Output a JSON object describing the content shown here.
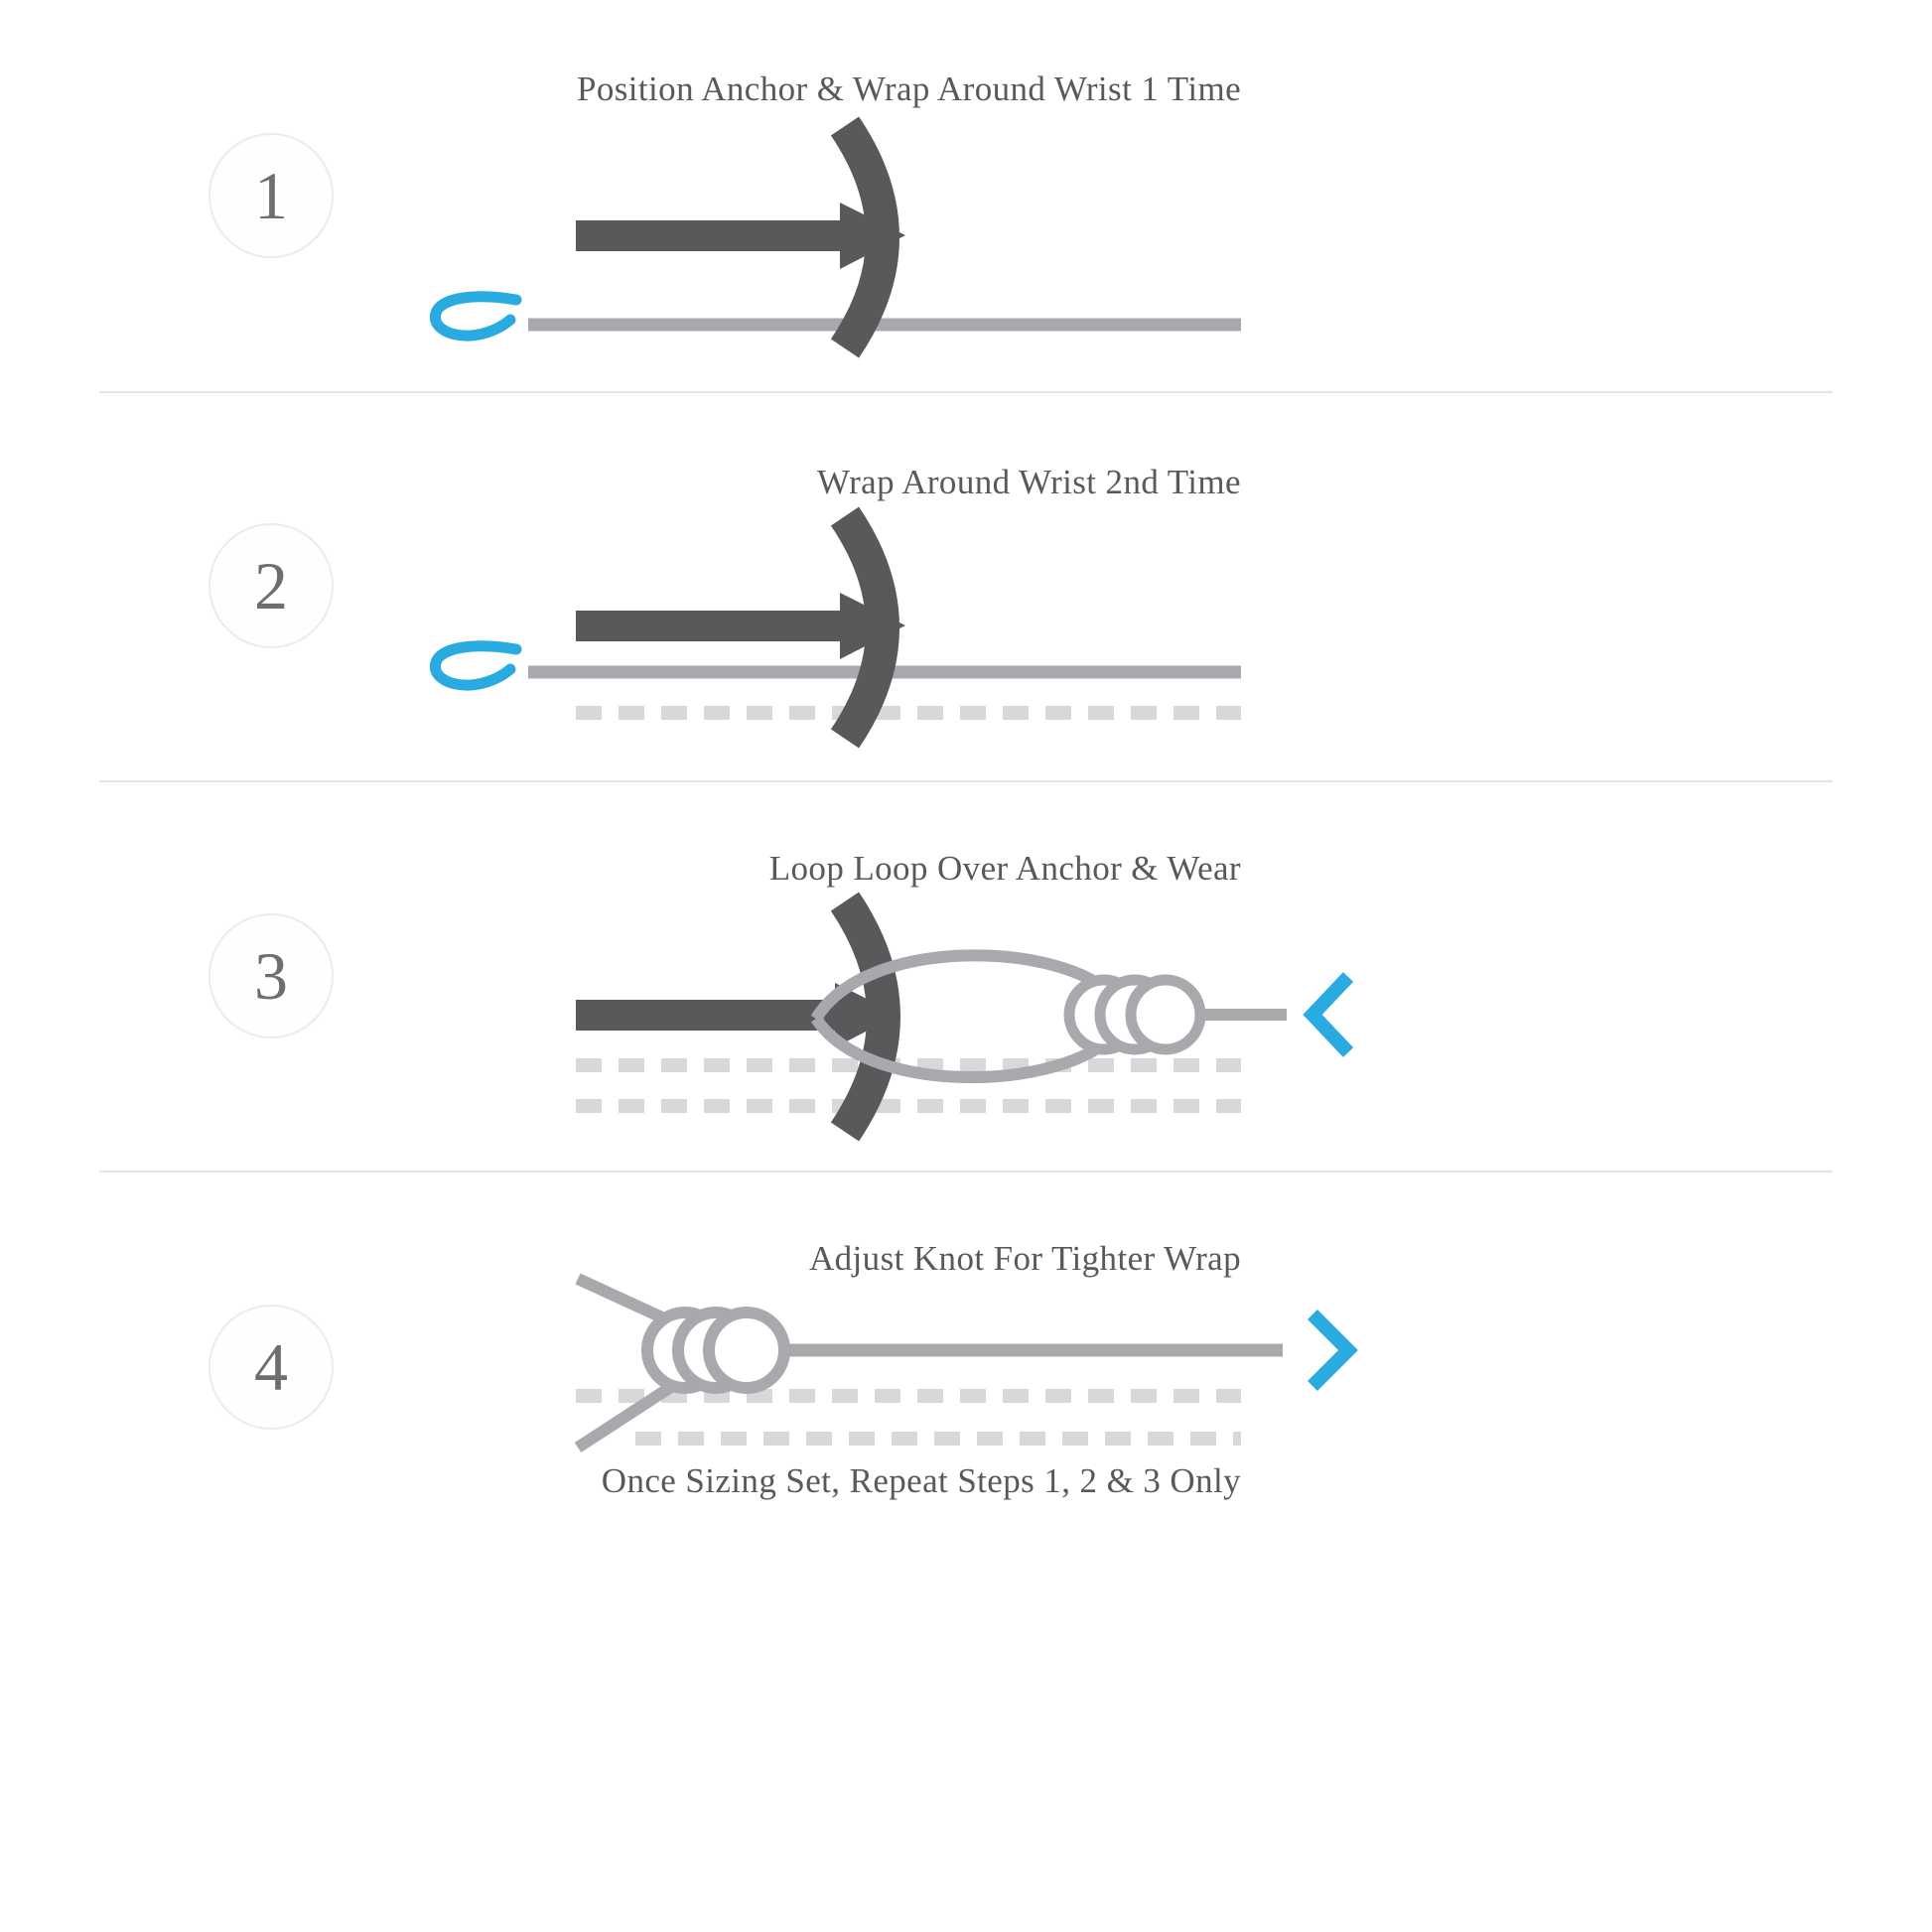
{
  "document": {
    "type": "bracelet-wrapping-instructions",
    "footer_note": "Once Sizing Set, Repeat Steps 1, 2 & 3 Only"
  },
  "colors": {
    "anchor_dark": "#58595b",
    "cord_gray": "#a8a9ad",
    "dash_light_gray": "#d7d8da",
    "accent_blue": "#29abe2",
    "number_gray": "#6d6e71",
    "circle_border": "#ebebeb",
    "divider": "#e5e5e6",
    "background": "#ffffff"
  },
  "steps": [
    {
      "number": "1",
      "title": "Position Anchor & Wrap Around Wrist 1 Time"
    },
    {
      "number": "2",
      "title": "Wrap Around Wrist 2nd Time"
    },
    {
      "number": "3",
      "title": "Loop Loop Over Anchor & Wear"
    },
    {
      "number": "4",
      "title": "Adjust Knot For Tighter Wrap"
    }
  ],
  "icons": {
    "anchor": "horizontal anchor glyph (bar, arrowhead tip, curved crown)",
    "wrap-direction-arrow": "blue curved squiggle arrow indicating wrap direction",
    "chevron-left": "‹",
    "chevron-right": "›",
    "knot-coil": "three coiled knot rings",
    "wrist-cord": "solid gray cord line",
    "previous-wrap": "dashed light-gray cord line"
  }
}
